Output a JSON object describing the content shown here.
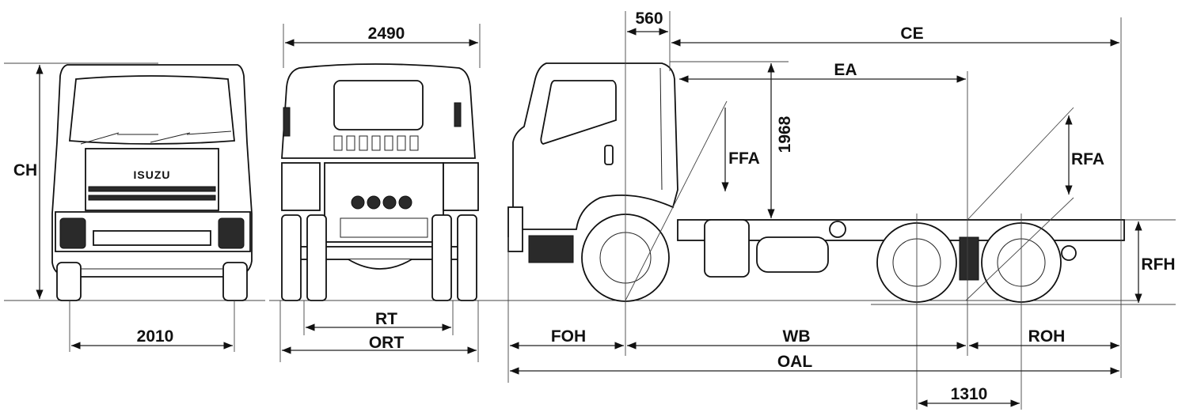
{
  "front_view": {
    "cab_height_label": "CH",
    "front_track_label": "2010",
    "brand_text": "ISUZU"
  },
  "rear_view": {
    "overall_width_label": "2490",
    "rear_track_label": "RT",
    "outer_rear_track_label": "ORT"
  },
  "side_view": {
    "cab_offset_label": "560",
    "cab_to_end_label": "CE",
    "cab_to_rear_axle_label": "EA",
    "cab_top_height_label": "1968",
    "front_frame_angle_label": "FFA",
    "rear_frame_angle_label": "RFA",
    "rear_frame_height_label": "RFH",
    "front_overhang_label": "FOH",
    "wheelbase_label": "WB",
    "rear_overhang_label": "ROH",
    "overall_length_label": "OAL",
    "tandem_spacing_label": "1310"
  },
  "colors": {
    "line": "#111111",
    "background": "#ffffff"
  }
}
